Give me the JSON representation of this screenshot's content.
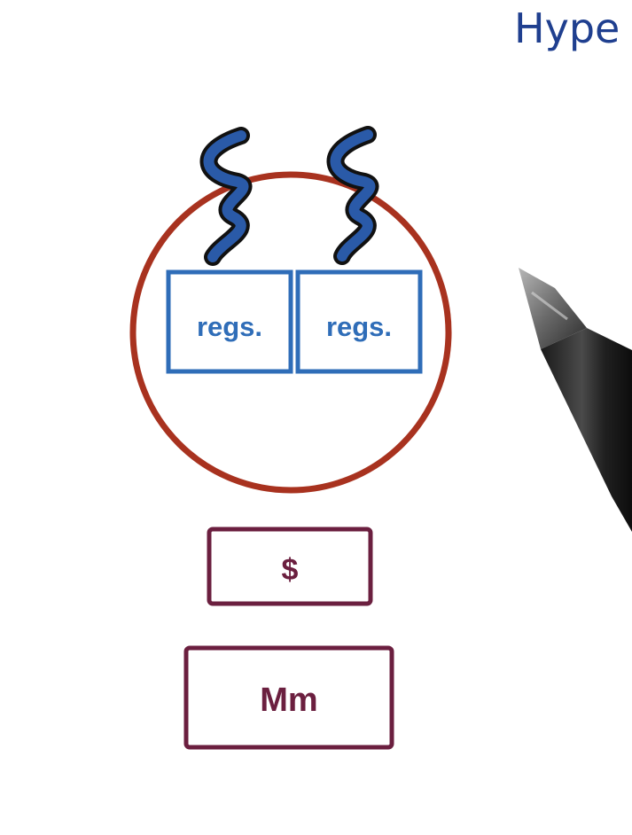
{
  "title": {
    "text": "Hype",
    "color": "#1f3f8f"
  },
  "core": {
    "circle_color": "#a8321f"
  },
  "register_sets": [
    {
      "label": "regs.",
      "color": "#2f6db8"
    },
    {
      "label": "regs.",
      "color": "#2f6db8"
    }
  ],
  "threads": {
    "count": 2,
    "color": "#2a5aa8",
    "outline_color": "#111111",
    "icon": "squiggle-thread-icon"
  },
  "cache": {
    "label": "$",
    "color": "#6b1f3f"
  },
  "memory": {
    "label": "Mm",
    "color": "#6b1f3f"
  },
  "pen": {
    "icon": "pen-icon"
  }
}
